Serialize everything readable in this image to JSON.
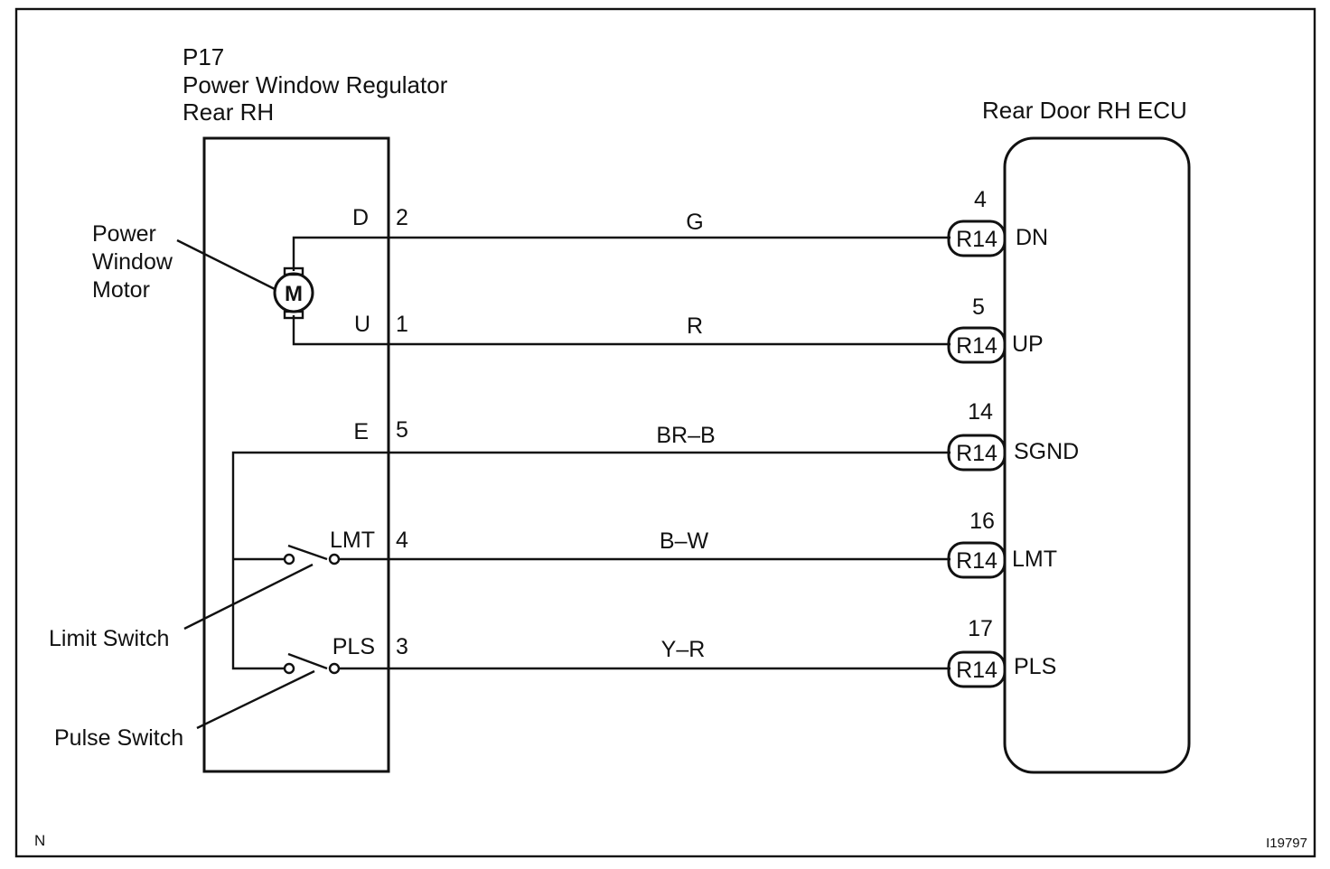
{
  "regulator": {
    "code": "P17",
    "name": "Power Window Regulator",
    "position": "Rear RH"
  },
  "ecu": {
    "name": "Rear Door RH ECU"
  },
  "components": {
    "motor_label": [
      "Power",
      "Window",
      "Motor"
    ],
    "motor_symbol": "M",
    "limit_switch": "Limit Switch",
    "pulse_switch": "Pulse Switch"
  },
  "wires": [
    {
      "reg_terminal": "D",
      "reg_pin": "2",
      "color": "G",
      "ecu_pin": "4",
      "connector": "R14",
      "ecu_terminal": "DN"
    },
    {
      "reg_terminal": "U",
      "reg_pin": "1",
      "color": "R",
      "ecu_pin": "5",
      "connector": "R14",
      "ecu_terminal": "UP"
    },
    {
      "reg_terminal": "E",
      "reg_pin": "5",
      "color": "BR–B",
      "ecu_pin": "14",
      "connector": "R14",
      "ecu_terminal": "SGND"
    },
    {
      "reg_terminal": "LMT",
      "reg_pin": "4",
      "color": "B–W",
      "ecu_pin": "16",
      "connector": "R14",
      "ecu_terminal": "LMT"
    },
    {
      "reg_terminal": "PLS",
      "reg_pin": "3",
      "color": "Y–R",
      "ecu_pin": "17",
      "connector": "R14",
      "ecu_terminal": "PLS"
    }
  ],
  "footer": {
    "left": "N",
    "right": "I19797"
  }
}
